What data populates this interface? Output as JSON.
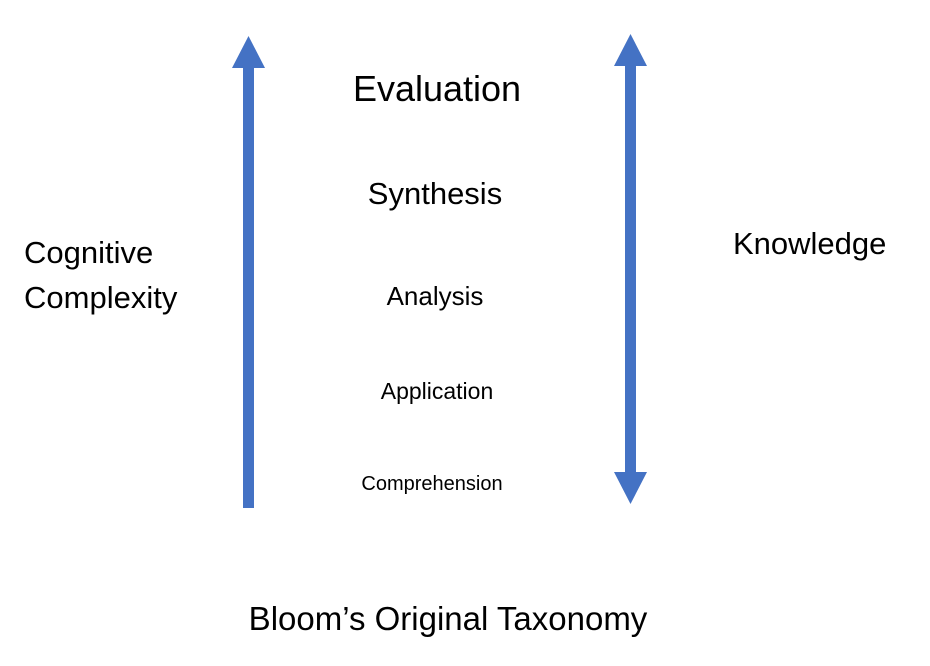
{
  "levels": [
    {
      "label": "Evaluation"
    },
    {
      "label": "Synthesis"
    },
    {
      "label": "Analysis"
    },
    {
      "label": "Application"
    },
    {
      "label": "Comprehension"
    }
  ],
  "left_axis": {
    "line1": "Cognitive",
    "line2": "Complexity",
    "arrow": "up-arrow-icon"
  },
  "right_axis": {
    "label": "Knowledge",
    "arrow": "double-arrow-icon"
  },
  "caption": "Bloom’s Original Taxonomy",
  "colors": {
    "arrow": "#4472C4",
    "text": "#000000",
    "background": "#ffffff"
  }
}
